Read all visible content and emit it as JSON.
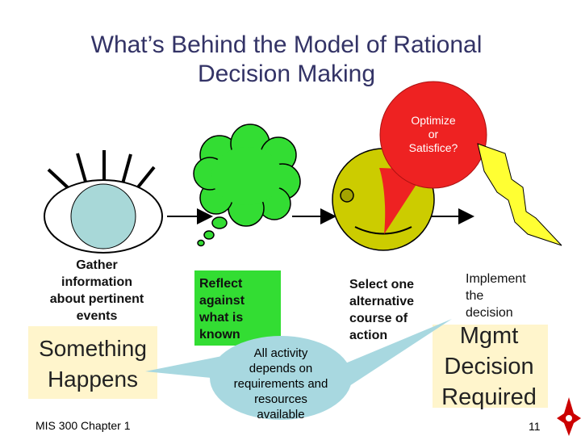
{
  "slide": {
    "title_line1": "What’s Behind the Model of Rational",
    "title_line2": "Decision Making",
    "footer_left": "MIS 300 Chapter 1",
    "page_number": "11"
  },
  "callouts": {
    "optimize": [
      "Optimize",
      "or",
      "Satisfice?"
    ],
    "activity": [
      "All activity",
      "depends on",
      "requirements and",
      "resources",
      "available"
    ]
  },
  "steps": {
    "gather": [
      "Gather",
      "information",
      "about pertinent",
      "events"
    ],
    "reflect": [
      "Reflect",
      "against",
      "what is",
      "known"
    ],
    "select": [
      "Select one",
      "alternative",
      "course of",
      "action"
    ],
    "implement": [
      "Implement",
      "the",
      "decision"
    ]
  },
  "boxes": {
    "something": [
      "Something",
      "Happens"
    ],
    "mgmt": [
      "Mgmt",
      "Decision",
      "Required"
    ]
  },
  "colors": {
    "title": "#333366",
    "eye_iris": "#a8d8d8",
    "cloud": "#33dd33",
    "face": "#cccc00",
    "red_bubble": "#ee2222",
    "lightning": "#ffff33",
    "box_fill": "#fff5cc",
    "bubble_blue": "#a8d8e0",
    "star": "#cc0000"
  }
}
